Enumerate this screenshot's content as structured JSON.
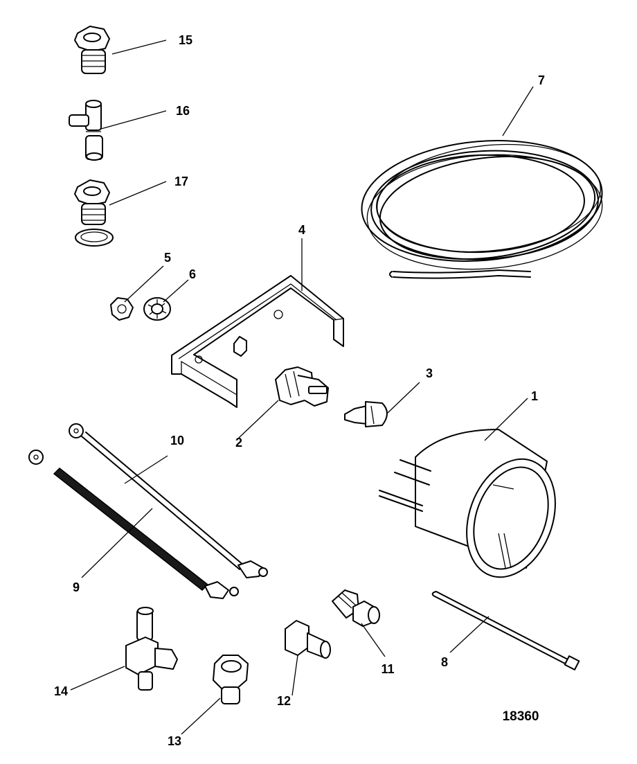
{
  "diagram": {
    "drawing_number": "18360",
    "callouts": [
      "1",
      "2",
      "3",
      "4",
      "5",
      "6",
      "7",
      "8",
      "9",
      "10",
      "11",
      "12",
      "13",
      "14",
      "15",
      "16",
      "17"
    ]
  }
}
